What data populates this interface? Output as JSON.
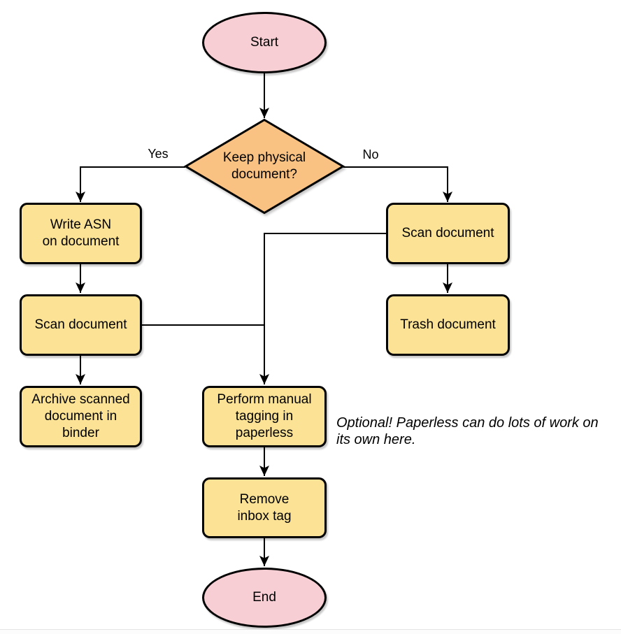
{
  "colors": {
    "process_fill": "#fbe294",
    "decision_fill": "#f9c282",
    "terminal_fill": "#f7ced3",
    "stroke": "#000000",
    "line": "#000000"
  },
  "nodes": {
    "start": {
      "label": "Start"
    },
    "decision": {
      "label": "Keep physical\ndocument?"
    },
    "write_asn": {
      "label": "Write ASN\non document"
    },
    "scan_left": {
      "label": "Scan document"
    },
    "archive": {
      "label": "Archive scanned\ndocument in\nbinder"
    },
    "scan_right": {
      "label": "Scan document"
    },
    "trash": {
      "label": "Trash document"
    },
    "tagging": {
      "label": "Perform manual\ntagging in\npaperless"
    },
    "remove_inbox": {
      "label": "Remove\ninbox tag"
    },
    "end": {
      "label": "End"
    }
  },
  "edge_labels": {
    "yes": "Yes",
    "no": "No"
  },
  "annotation": {
    "text": "Optional! Paperless can do lots of work on\nits own here."
  }
}
